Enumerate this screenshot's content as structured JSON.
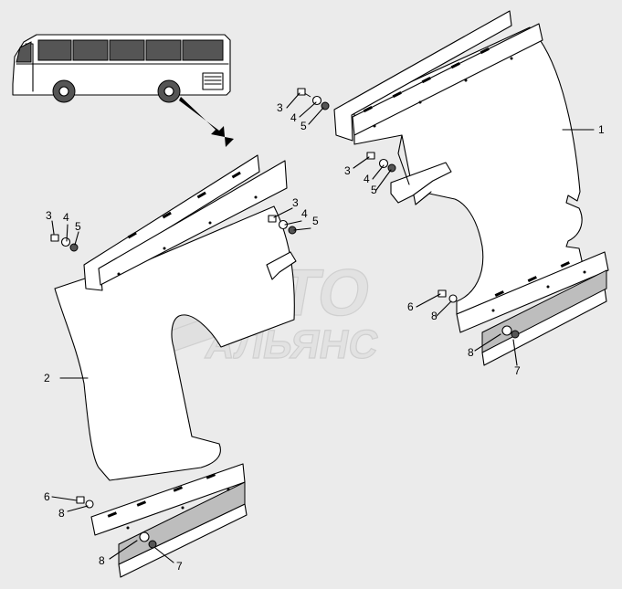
{
  "watermark": {
    "line1": "АВТО",
    "line2": "АЛЬЯНС"
  },
  "callouts": [
    {
      "id": "c1",
      "text": "1"
    },
    {
      "id": "c2",
      "text": "2"
    },
    {
      "id": "c3a",
      "text": "3"
    },
    {
      "id": "c4a",
      "text": "4"
    },
    {
      "id": "c5a",
      "text": "5"
    },
    {
      "id": "c3b",
      "text": "3"
    },
    {
      "id": "c4b",
      "text": "4"
    },
    {
      "id": "c5b",
      "text": "5"
    },
    {
      "id": "c3c",
      "text": "3"
    },
    {
      "id": "c4c",
      "text": "4"
    },
    {
      "id": "c5c",
      "text": "5"
    },
    {
      "id": "c3d",
      "text": "3"
    },
    {
      "id": "c4d",
      "text": "4"
    },
    {
      "id": "c5d",
      "text": "5"
    },
    {
      "id": "c6a",
      "text": "6"
    },
    {
      "id": "c8a",
      "text": "8"
    },
    {
      "id": "c8b",
      "text": "8"
    },
    {
      "id": "c7a",
      "text": "7"
    },
    {
      "id": "c6b",
      "text": "6"
    },
    {
      "id": "c8c",
      "text": "8"
    },
    {
      "id": "c8d",
      "text": "8"
    },
    {
      "id": "c7b",
      "text": "7"
    }
  ]
}
